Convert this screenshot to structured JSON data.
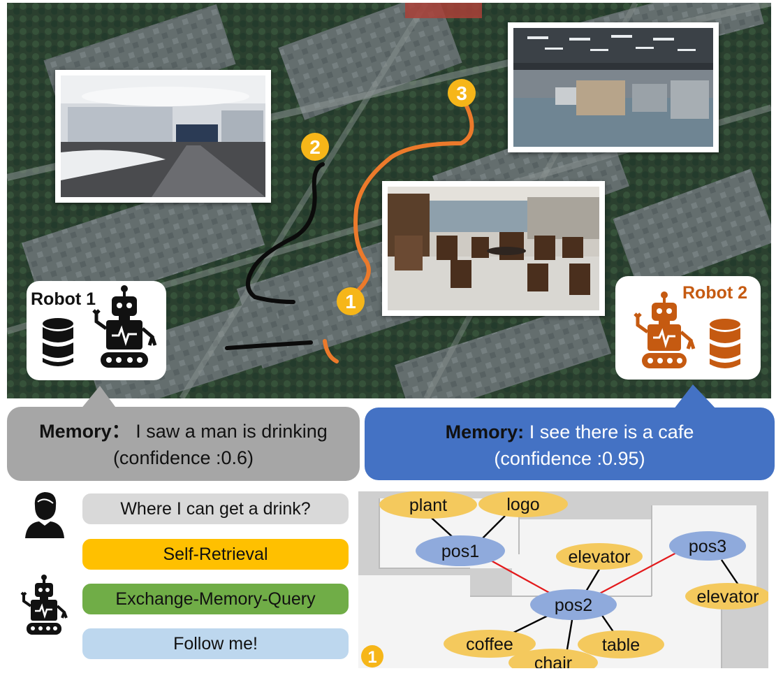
{
  "map": {
    "waypoints": [
      {
        "id": "wp-1",
        "label": "1"
      },
      {
        "id": "wp-2",
        "label": "2"
      },
      {
        "id": "wp-3",
        "label": "3"
      }
    ],
    "colors": {
      "robot1_path": "#0b0b0b",
      "robot2_path": "#ec7a2b",
      "waypoint": "#f6b619"
    }
  },
  "robots": {
    "robot1": {
      "name": "Robot 1",
      "color": "#111111"
    },
    "robot2": {
      "name": "Robot 2",
      "color": "#c55a11"
    }
  },
  "memory": {
    "robot1": {
      "label": "Memory：",
      "text": "I saw a man is drinking",
      "confidence": "(confidence :0.6)",
      "color": "#a6a6a6"
    },
    "robot2": {
      "label": "Memory:",
      "text": "I see there is a cafe",
      "confidence": "(confidence :0.95)",
      "color": "#4472c4"
    }
  },
  "dialog": {
    "question": {
      "text": "Where I can get a drink?",
      "color": "#d9d9d9"
    },
    "actions": [
      {
        "text": "Self-Retrieval",
        "color": "#ffc000"
      },
      {
        "text": "Exchange-Memory-Query",
        "color": "#70ad47"
      },
      {
        "text": "Follow me!",
        "color": "#bdd7ee"
      }
    ]
  },
  "graph": {
    "corner_marker": "1",
    "positions": [
      "pos1",
      "pos2",
      "pos3"
    ],
    "objects": [
      "plant",
      "logo",
      "elevator",
      "elevator",
      "coffee",
      "table",
      "chair"
    ],
    "colors": {
      "position": "#8faadc",
      "object": "#f4c95d",
      "edge_position": "#e31a1c",
      "edge_object": "#000000"
    }
  }
}
